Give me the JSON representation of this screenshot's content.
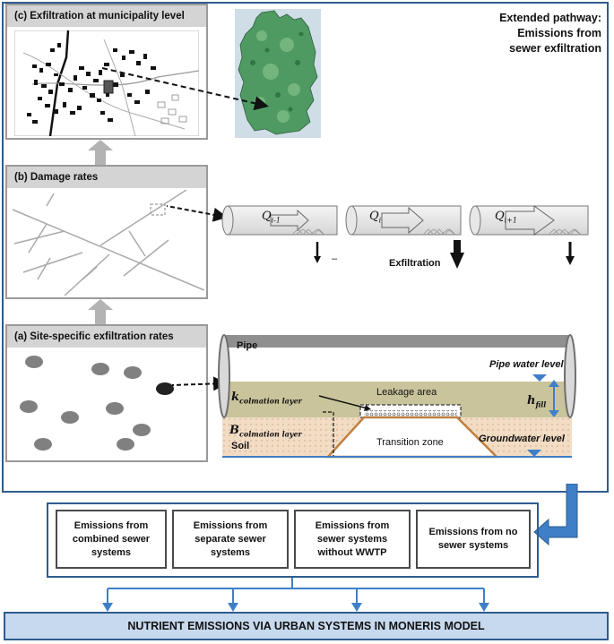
{
  "outer_title": {
    "line1": "Extended pathway:",
    "line2": "Emissions from",
    "line3": "sewer exfiltration"
  },
  "panels": {
    "c_title": "(c) Exfiltration at municipality level",
    "b_title": "(b) Damage rates",
    "a_title": "(a) Site-specific exfiltration rates"
  },
  "pipes": {
    "q_prev": "Q",
    "q_prev_sub": "i-1",
    "q_cur": "Q",
    "q_cur_sub": "i",
    "q_next": "Q",
    "q_next_sub": "i+1",
    "exfiltration": "Exfiltration",
    "minus": "–"
  },
  "cross_section": {
    "pipe": "Pipe",
    "pipe_water_level": "Pipe water level",
    "leakage_area": "Leakage area",
    "k_main": "k",
    "k_sub": "colmation layer",
    "b_main": "B",
    "b_sub": "colmation layer",
    "h_main": "h",
    "h_sub": "fill",
    "soil": "Soil",
    "transition_zone": "Transition zone",
    "groundwater_level": "Groundwater level"
  },
  "emissions": [
    "Emissions from combined sewer systems",
    "Emissions from separate sewer systems",
    "Emissions from sewer systems without WWTP",
    "Emissions from no sewer systems"
  ],
  "nutrient_bar": "NUTRIENT EMISSIONS VIA URBAN SYSTEMS IN MONERIS MODEL",
  "colors": {
    "frame_blue": "#2e5c8f",
    "arrow_blue": "#3f7fc8",
    "panel_gray": "#d4d4d4",
    "water": "#c9c49b",
    "soil": "#f2dcc4",
    "map_green": "#4f9a62"
  }
}
